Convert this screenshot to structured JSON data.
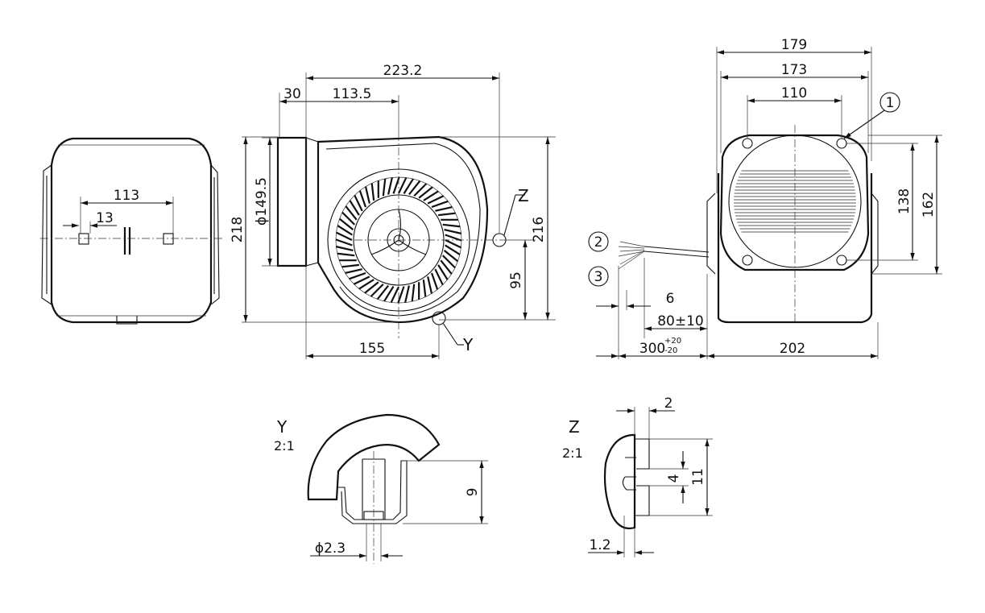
{
  "side_view": {
    "dims": {
      "width_113": "113",
      "width_13": "13"
    }
  },
  "front_view": {
    "dims": {
      "overall_width": "223.2",
      "inlet_offset": "30",
      "hub_offset": "113.5",
      "inlet_diameter": "ϕ149.5",
      "overall_height": "218",
      "height_216": "216",
      "height_95": "95",
      "bottom_155": "155"
    },
    "callouts": {
      "z": "Z",
      "y": "Y"
    }
  },
  "rear_view": {
    "dims": {
      "width_179": "179",
      "width_173": "173",
      "hole_spacing_110": "110",
      "hole_spacing_138": "138",
      "height_162": "162",
      "dim_6": "6",
      "cable_80": "80±10",
      "cable_300": "300",
      "cable_300_tol_upper": "+20",
      "cable_300_tol_lower": "-20",
      "depth_202": "202"
    },
    "balloons": {
      "b1": "1",
      "b2": "2",
      "b3": "3"
    }
  },
  "detail_y": {
    "title": "Y",
    "scale": "2:1",
    "dims": {
      "height_9": "9",
      "diameter": "ϕ2.3"
    }
  },
  "detail_z": {
    "title": "Z",
    "scale": "2:1",
    "dims": {
      "dim_2": "2",
      "dim_4": "4",
      "dim_11": "11",
      "dim_1_2": "1.2"
    }
  }
}
